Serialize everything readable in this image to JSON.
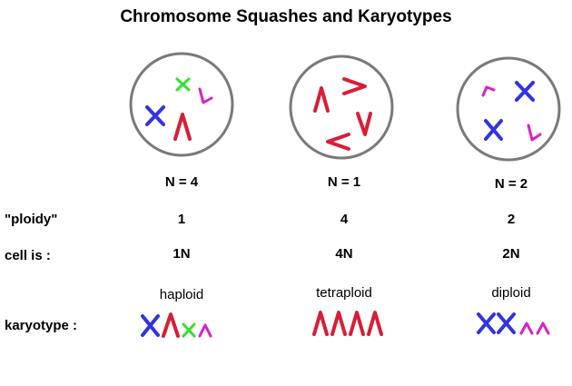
{
  "title": "Chromosome Squashes and Karyotypes",
  "row_labels": {
    "ploidy": "\"ploidy\"",
    "cell_is": "cell is :",
    "karyotype": "karyotype :"
  },
  "columns": [
    {
      "n": "N = 4",
      "ploidy": "1",
      "cell_is": "1N",
      "type": "haploid"
    },
    {
      "n": "N = 1",
      "ploidy": "4",
      "cell_is": "4N",
      "type": "tetraploid"
    },
    {
      "n": "N = 2",
      "ploidy": "2",
      "cell_is": "2N",
      "type": "diploid"
    }
  ],
  "colors": {
    "blue": "#3333e0",
    "red": "#d81e36",
    "green": "#33e033",
    "magenta": "#d822c8",
    "cell_border": "#7a7a7a"
  }
}
